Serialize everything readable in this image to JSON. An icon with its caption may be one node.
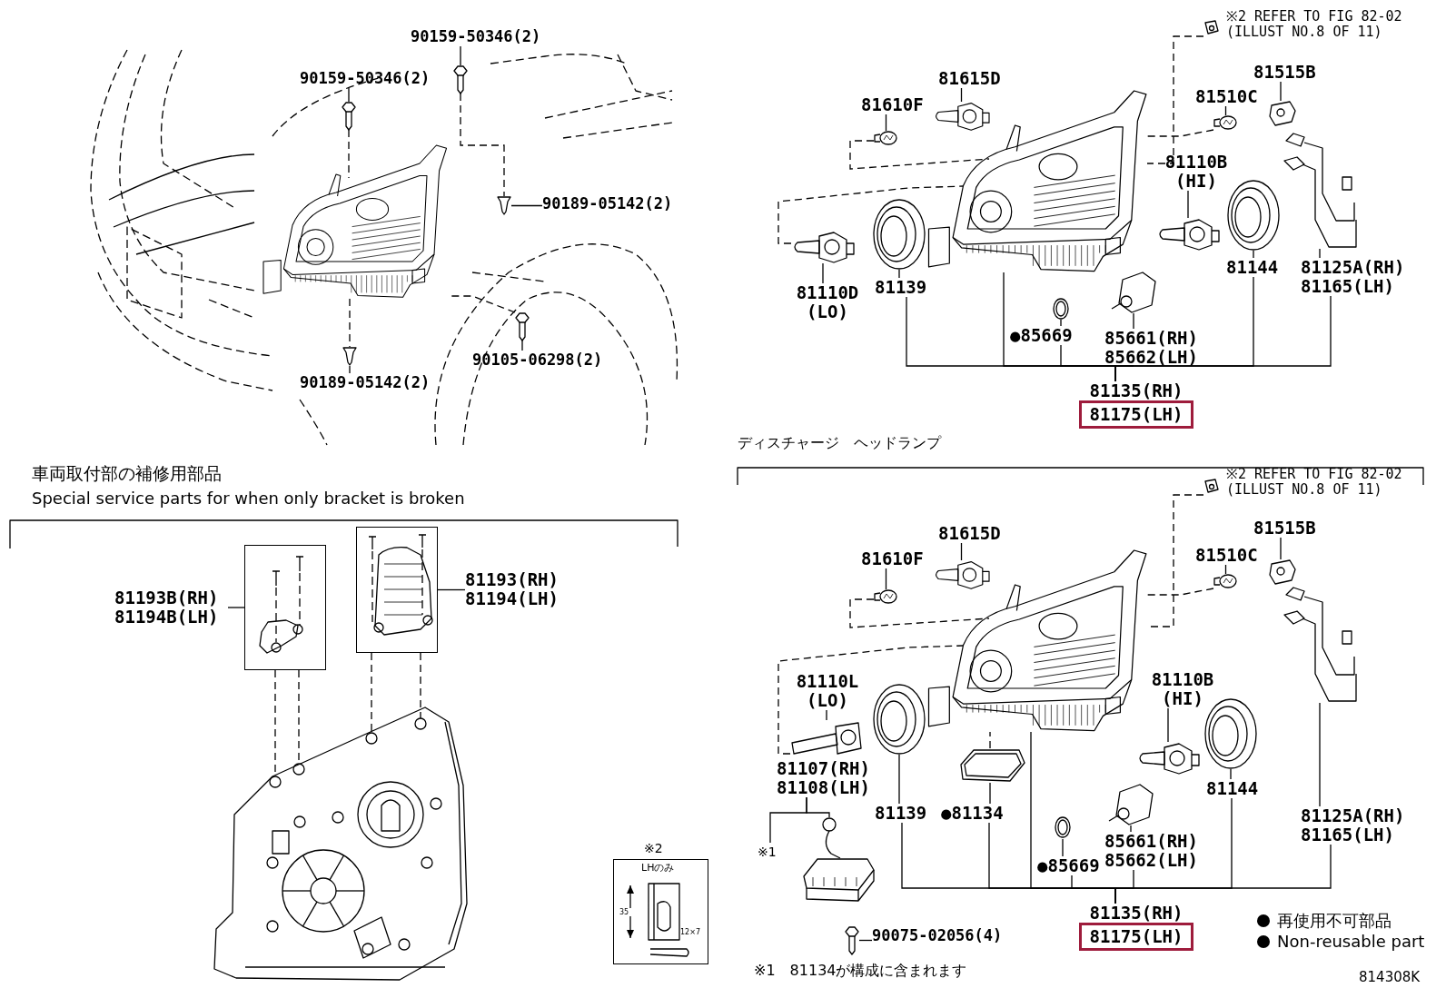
{
  "diagram": {
    "nodes": [
      {
        "text": [
          "90159-50346(2)"
        ]
      },
      {
        "text": [
          "90159-50346(2)"
        ]
      },
      {
        "text": [
          "90189-05142(2)"
        ]
      },
      {
        "text": [
          "90105-06298(2)"
        ]
      },
      {
        "text": [
          "90189-05142(2)"
        ]
      },
      {
        "text": [
          "81615D"
        ]
      },
      {
        "text": [
          "81515B"
        ]
      },
      {
        "text": [
          "81610F"
        ]
      },
      {
        "text": [
          "81510C"
        ]
      },
      {
        "text": [
          "81110B (HI)"
        ]
      },
      {
        "text": [
          "81110D (LO)"
        ]
      },
      {
        "text": [
          "81139"
        ]
      },
      {
        "text": [
          "81144"
        ]
      },
      {
        "text": [
          "81125A(RH) 81165(LH)"
        ]
      },
      {
        "text": [
          "●85669"
        ]
      },
      {
        "text": [
          "85661(RH) 85662(LH)"
        ]
      },
      {
        "text": [
          "81135(RH)",
          "81175(LH)"
        ]
      },
      {
        "text": [],
        "shape": "box"
      },
      {
        "text": [],
        "shape": "box"
      },
      {
        "text": [
          "81193B(RH) 81194B(LH)"
        ]
      },
      {
        "text": [
          "81193(RH) 81194(LH)"
        ]
      },
      {
        "text": [
          "※2",
          "LHのみ"
        ]
      },
      {
        "text": [
          "81615D"
        ]
      },
      {
        "text": [
          "81515B"
        ]
      },
      {
        "text": [
          "81610F"
        ]
      },
      {
        "text": [
          "81510C"
        ]
      },
      {
        "text": [
          "81110L (LO)"
        ]
      },
      {
        "text": [
          "81110B (HI)"
        ]
      },
      {
        "text": [
          "81107(RH) 81108(LH)"
        ]
      },
      {
        "text": [
          "81139"
        ]
      },
      {
        "text": [
          "81144"
        ]
      },
      {
        "text": [
          "●81134"
        ]
      },
      {
        "text": [
          "81125A(RH) 81165(LH)"
        ]
      },
      {
        "text": [
          "※1"
        ]
      },
      {
        "text": [
          "●85669"
        ]
      },
      {
        "text": [
          "85661(RH) 85662(LH)"
        ]
      },
      {
        "text": [
          "90075-02056(4)"
        ]
      },
      {
        "text": [
          "81135(RH)",
          "81175(LH)"
        ]
      },
      {
        "text": [],
        "shape": "picture"
      },
      {
        "text": [],
        "shape": "picture"
      },
      {
        "text": [],
        "shape": "picture"
      },
      {
        "text": [],
        "shape": "picture"
      },
      {
        "text": [],
        "shape": "picture"
      },
      {
        "text": [],
        "shape": "picture"
      },
      {
        "text": [],
        "shape": "picture"
      },
      {
        "text": [],
        "shape": "picture"
      },
      {
        "text": [],
        "shape": "picture",
        "in": 45
      },
      {
        "text": [],
        "shape": "picture"
      },
      {
        "text": [],
        "shape": "picture"
      },
      {
        "text": [],
        "shape": "picture"
      },
      {
        "text": [],
        "shape": "picture"
      },
      {
        "text": [],
        "shape": "picture"
      },
      {
        "text": [],
        "shape": "picture"
      },
      {
        "text": [],
        "shape": "picture"
      },
      {
        "text": [],
        "shape": "picture"
      },
      {
        "text": [],
        "shape": "picture"
      },
      {
        "text": [],
        "shape": "picture"
      },
      {
        "text": [],
        "shape": "picture"
      },
      {
        "text": [],
        "shape": "picture"
      },
      {
        "text": [],
        "shape": "picture",
        "in": 58
      },
      {
        "text": [],
        "shape": "picture"
      },
      {
        "text": [],
        "shape": "picture"
      },
      {
        "text": [],
        "shape": "picture"
      },
      {
        "text": [],
        "shape": "picture"
      },
      {
        "text": [],
        "shape": "picture"
      },
      {
        "text": [],
        "shape": "picture"
      },
      {
        "text": [],
        "shape": "picture"
      },
      {
        "text": [],
        "shape": "picture"
      },
      {
        "text": [],
        "shape": "picture"
      },
      {
        "text": [],
        "shape": "picture"
      },
      {
        "text": [],
        "shape": "picture"
      },
      {
        "text": [],
        "shape": "picture"
      },
      {
        "text": [],
        "shape": "picture"
      },
      {
        "text": [],
        "shape": "picture"
      },
      {
        "text": [],
        "shape": "picture"
      }
    ],
    "edges": [
      {
        "from": 0,
        "to": 38,
        "arrow": "none"
      },
      {
        "from": 1,
        "to": 39,
        "arrow": "none"
      },
      {
        "from": 2,
        "to": 40,
        "arrow": "none"
      },
      {
        "from": 3,
        "to": 42,
        "arrow": "none"
      },
      {
        "from": 4,
        "to": 41,
        "arrow": "none"
      },
      {
        "from": 39,
        "to": 43,
        "arrow": "none",
        "style": "dashed"
      },
      {
        "from": 43,
        "to": 41,
        "arrow": "none",
        "style": "dashed"
      },
      {
        "from": 38,
        "to": 40,
        "arrow": "none",
        "style": "dashed"
      },
      {
        "from": 42,
        "to": 43,
        "arrow": "none",
        "style": "dashed"
      },
      {
        "from": 5,
        "to": 46,
        "arrow": "none"
      },
      {
        "from": 6,
        "to": 48,
        "arrow": "none"
      },
      {
        "from": 7,
        "to": 47,
        "arrow": "none"
      },
      {
        "from": 8,
        "to": 49,
        "arrow": "none"
      },
      {
        "from": 9,
        "to": 52,
        "arrow": "none"
      },
      {
        "from": 10,
        "to": 51,
        "arrow": "none"
      },
      {
        "from": 11,
        "to": 50,
        "arrow": "none"
      },
      {
        "from": 12,
        "to": 53,
        "arrow": "none"
      },
      {
        "from": 13,
        "to": 56,
        "arrow": "none"
      },
      {
        "from": 14,
        "to": 55,
        "arrow": "none"
      },
      {
        "from": 15,
        "to": 54,
        "arrow": "none"
      },
      {
        "from": 16,
        "to": 11,
        "arrow": "none"
      },
      {
        "from": 16,
        "to": 45,
        "arrow": "none"
      },
      {
        "from": 16,
        "to": 14,
        "arrow": "none"
      },
      {
        "from": 16,
        "to": 15,
        "arrow": "none"
      },
      {
        "from": 16,
        "to": 12,
        "arrow": "none"
      },
      {
        "from": 16,
        "to": 13,
        "arrow": "none"
      },
      {
        "from": 47,
        "to": 45,
        "arrow": "none",
        "style": "dashed"
      },
      {
        "from": 51,
        "to": 45,
        "arrow": "none",
        "style": "dashed"
      },
      {
        "from": 44,
        "to": 45,
        "arrow": "none",
        "style": "dashed"
      },
      {
        "from": 49,
        "to": 45,
        "arrow": "none",
        "style": "dashed"
      },
      {
        "from": 19,
        "to": 17,
        "arrow": "none"
      },
      {
        "from": 20,
        "to": 18,
        "arrow": "none"
      },
      {
        "from": 17,
        "to": 74,
        "arrow": "none",
        "style": "dashed"
      },
      {
        "from": 17,
        "to": 74,
        "arrow": "none",
        "style": "dashed"
      },
      {
        "from": 18,
        "to": 74,
        "arrow": "none",
        "style": "dashed"
      },
      {
        "from": 18,
        "to": 74,
        "arrow": "none",
        "style": "dashed"
      },
      {
        "from": 22,
        "to": 59,
        "arrow": "none"
      },
      {
        "from": 23,
        "to": 61,
        "arrow": "none"
      },
      {
        "from": 24,
        "to": 60,
        "arrow": "none"
      },
      {
        "from": 25,
        "to": 62,
        "arrow": "none"
      },
      {
        "from": 26,
        "to": 63,
        "arrow": "none"
      },
      {
        "from": 27,
        "to": 64,
        "arrow": "none"
      },
      {
        "from": 28,
        "to": 33,
        "arrow": "none"
      },
      {
        "from": 28,
        "to": 71,
        "arrow": "none"
      },
      {
        "from": 29,
        "to": 65,
        "arrow": "none"
      },
      {
        "from": 30,
        "to": 66,
        "arrow": "none"
      },
      {
        "from": 31,
        "to": 67,
        "arrow": "none"
      },
      {
        "from": 32,
        "to": 70,
        "arrow": "none"
      },
      {
        "from": 34,
        "to": 69,
        "arrow": "none"
      },
      {
        "from": 35,
        "to": 68,
        "arrow": "none"
      },
      {
        "from": 36,
        "to": 73,
        "arrow": "none"
      },
      {
        "from": 37,
        "to": 29,
        "arrow": "none"
      },
      {
        "from": 37,
        "to": 31,
        "arrow": "none"
      },
      {
        "from": 37,
        "to": 58,
        "arrow": "none"
      },
      {
        "from": 37,
        "to": 34,
        "arrow": "none"
      },
      {
        "from": 37,
        "to": 35,
        "arrow": "none"
      },
      {
        "from": 37,
        "to": 30,
        "arrow": "none"
      },
      {
        "from": 37,
        "to": 32,
        "arrow": "none"
      },
      {
        "from": 60,
        "to": 58,
        "arrow": "none",
        "style": "dashed"
      },
      {
        "from": 63,
        "to": 58,
        "arrow": "none",
        "style": "dashed"
      },
      {
        "from": 57,
        "to": 58,
        "arrow": "none",
        "style": "dashed"
      },
      {
        "from": 62,
        "to": 58,
        "arrow": "none",
        "style": "dashed"
      },
      {
        "from": 67,
        "to": 58,
        "arrow": "none",
        "style": "dashed"
      }
    ],
    "labels": [
      "※2 REFER TO FIG 82-02 (ILLUST NO.8 OF 11)",
      "ディスチャージ　ヘッドランプ",
      "車両取付部の補修用部品",
      "※2 REFER TO FIG 82-02 (ILLUST NO.8 OF 11)",
      "Special service parts for when only bracket is broken",
      "35",
      "12×7",
      "※1　81134が構成に含まれます",
      "814308K"
    ],
    "legend": [
      {
        "text": "再使用不可部品"
      },
      {
        "text": "Non-reusable part"
      }
    ]
  }
}
